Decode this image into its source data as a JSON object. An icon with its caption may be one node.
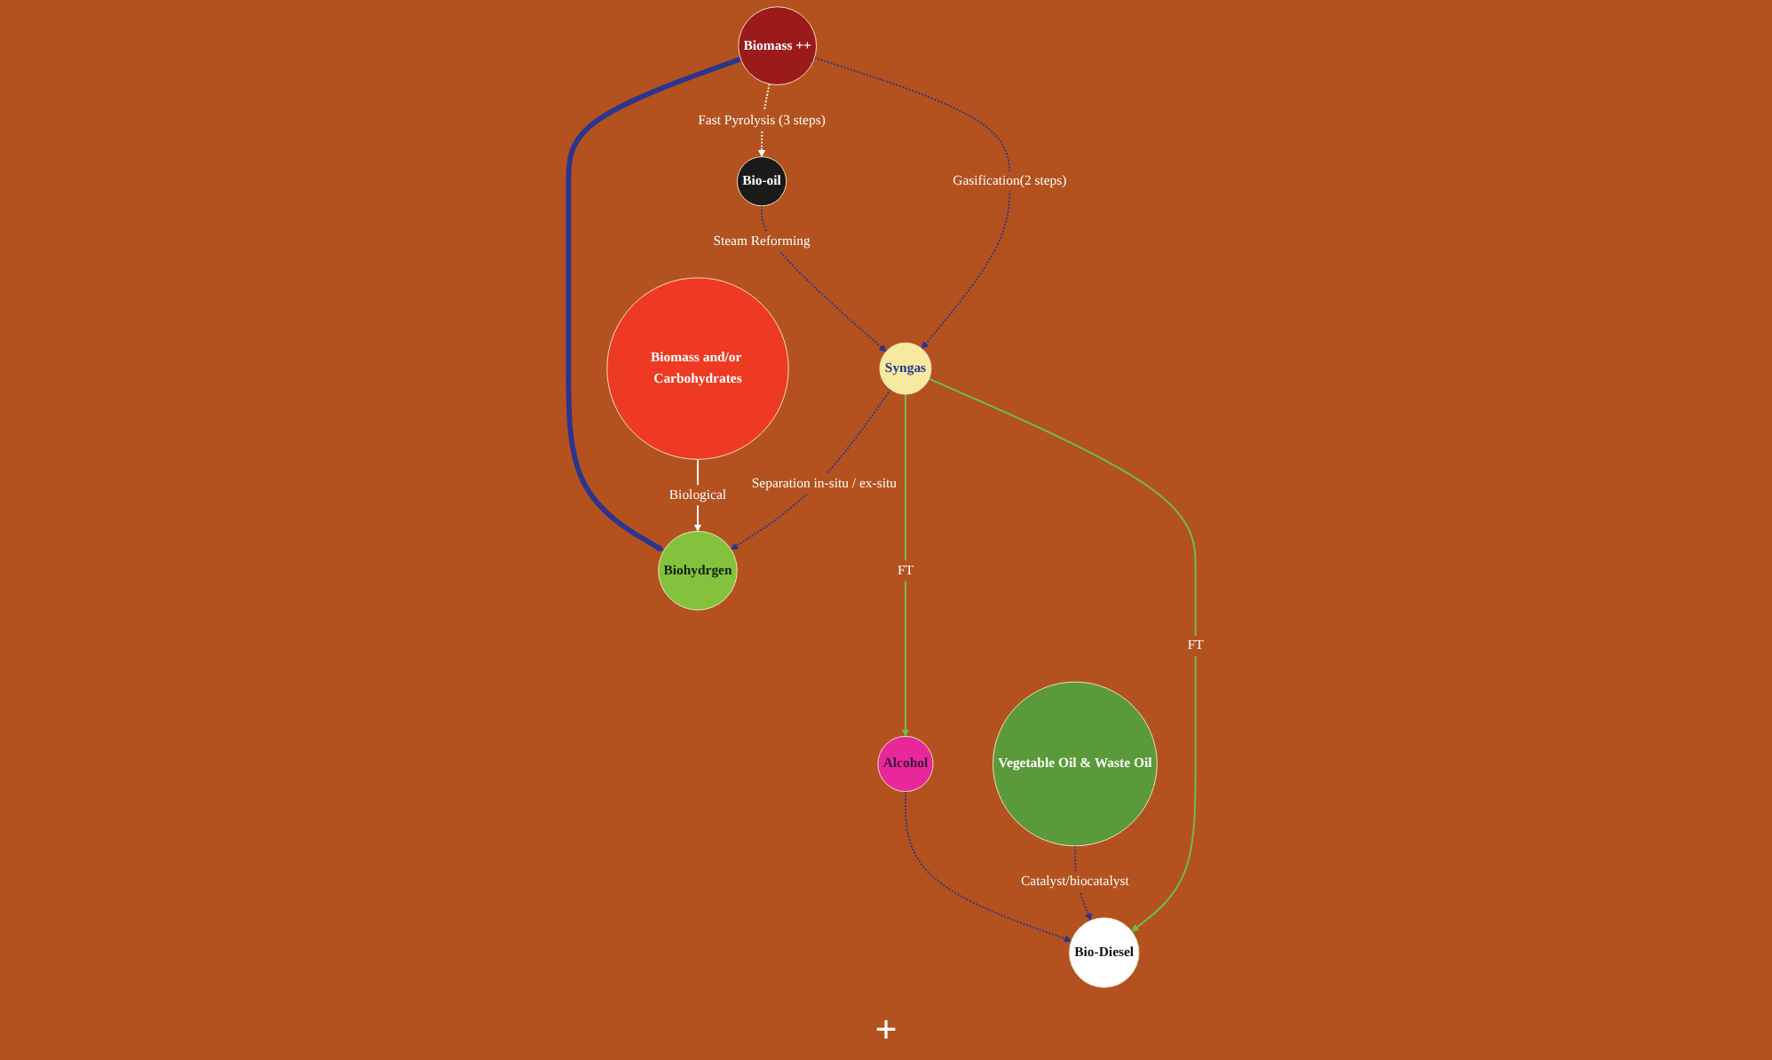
{
  "diagram": {
    "nodes": [
      {
        "text": [
          "Biomass ++"
        ]
      },
      {
        "text": [
          "Syngas"
        ]
      },
      {
        "text": [
          "Biomass and/or Carbohydrates"
        ]
      },
      {
        "text": [
          "Bio-oil"
        ]
      },
      {
        "text": [
          "Bio-Diesel"
        ]
      },
      {
        "text": [
          "Vegetable Oil & Waste Oil"
        ]
      },
      {
        "text": [
          "Alcohol"
        ]
      },
      {
        "text": [
          "Biohydrgen"
        ]
      }
    ],
    "edges": [
      {
        "from": 0,
        "to": 1,
        "arrow": "to",
        "label": "Gasification(2 steps)",
        "style": "dashed"
      },
      {
        "from": 0,
        "to": 3,
        "arrow": "to",
        "label": "Fast Pyrolysis (3 steps)",
        "style": "dashed",
        "color": "#ffffff"
      },
      {
        "from": 3,
        "to": 1,
        "arrow": "to",
        "label": "Steam Reforming",
        "style": "dashed"
      },
      {
        "from": 1,
        "to": 7,
        "arrow": "to",
        "label": "Separation in-situ / ex-situ",
        "style": "dashed"
      },
      {
        "from": 2,
        "to": 7,
        "arrow": "to",
        "label": "Biological",
        "color": "#ffffff"
      },
      {
        "from": 1,
        "to": 4,
        "arrow": "to",
        "label": "FT",
        "color": "#6cc04a"
      },
      {
        "from": 1,
        "to": 6,
        "arrow": "to",
        "label": "FT",
        "color": "#6cc04a"
      },
      {
        "from": 5,
        "to": 4,
        "arrow": "to",
        "label": "Catalyst/biocatalyst",
        "style": "dashed"
      },
      {
        "from": 6,
        "to": 4,
        "arrow": "to",
        "style": "dashed"
      },
      {
        "from": 0,
        "to": 7,
        "arrow": "to",
        "style": "thick"
      }
    ],
    "labels": [
      "+"
    ]
  }
}
